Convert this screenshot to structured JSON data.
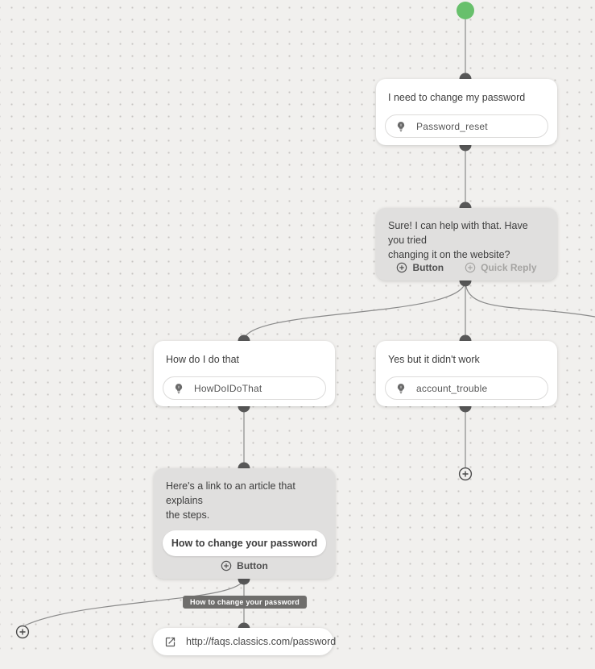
{
  "colors": {
    "canvas_bg": "#f1f0ee",
    "start_node_green": "#68c06c",
    "bot_card_bg": "#e0dfde",
    "user_card_bg": "#ffffff",
    "edge": "#8a8a8a",
    "edge_label_bg": "#6f6e6c"
  },
  "nodes": {
    "user_password": {
      "title": "I need to change my password",
      "intent": "Password_reset",
      "intent_icon": "lightbulb-icon"
    },
    "bot_help": {
      "text": [
        "Sure! I can help with that. Have you tried",
        "changing it on the website?"
      ],
      "add_button_label": "Button",
      "add_quick_reply_label": "Quick Reply",
      "add_icon": "circle-plus-icon"
    },
    "user_how": {
      "title": "How do I do that",
      "intent": "HowDoIDoThat",
      "intent_icon": "lightbulb-icon"
    },
    "user_didnt_work": {
      "title": "Yes but it didn't work",
      "intent": "account_trouble",
      "intent_icon": "lightbulb-icon"
    },
    "bot_article": {
      "text": [
        "Here's a link to an article that explains",
        "the steps."
      ],
      "button_label": "How to change your password",
      "add_button_label": "Button",
      "add_icon": "circle-plus-icon"
    },
    "link": {
      "url": "http://faqs.classics.com/password",
      "icon": "external-link-icon"
    }
  },
  "edge_label": {
    "text": "How to change your password"
  }
}
